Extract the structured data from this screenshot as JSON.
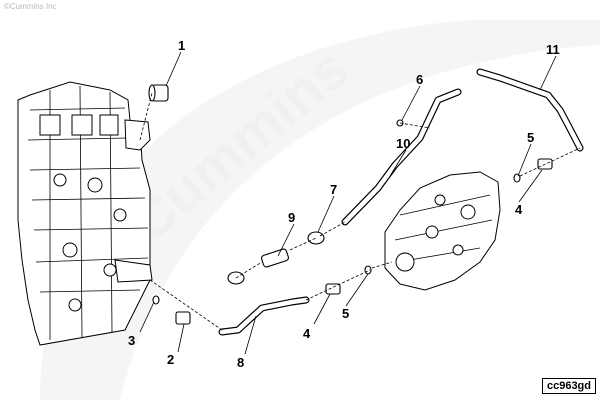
{
  "copyright": "©Cummins Inc",
  "watermark": "Cummins",
  "doc_code": "cc963gd",
  "callouts": {
    "c1": "1",
    "c2": "2",
    "c3": "3",
    "c4a": "4",
    "c4b": "4",
    "c5a": "5",
    "c5b": "5",
    "c6": "6",
    "c7": "7",
    "c8": "8",
    "c9": "9",
    "c10": "10",
    "c11": "11"
  }
}
